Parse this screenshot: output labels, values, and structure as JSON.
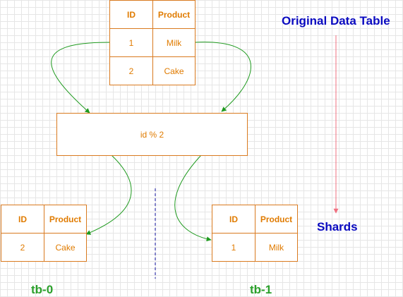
{
  "original_table": {
    "headers": [
      "ID",
      "Product"
    ],
    "rows": [
      [
        "1",
        "Milk"
      ],
      [
        "2",
        "Cake"
      ]
    ]
  },
  "shard_function": {
    "label": "id % 2"
  },
  "shards": [
    {
      "name": "tb-0",
      "headers": [
        "ID",
        "Product"
      ],
      "rows": [
        [
          "2",
          "Cake"
        ]
      ]
    },
    {
      "name": "tb-1",
      "headers": [
        "ID",
        "Product"
      ],
      "rows": [
        [
          "1",
          "Milk"
        ]
      ]
    }
  ],
  "labels": {
    "original": "Original Data Table",
    "shards": "Shards"
  },
  "colors": {
    "table_border": "#d97a1f",
    "table_text": "#e07b00",
    "connector": "#1f9a1f",
    "divider": "#1a1aa6",
    "pointer_arrow": "#f07080",
    "heading_blue": "#0a0ac0",
    "heading_green": "#2ba02b"
  }
}
